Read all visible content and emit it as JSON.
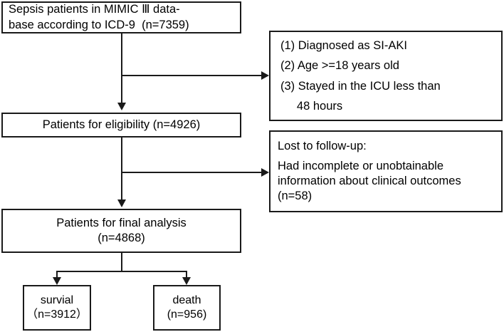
{
  "diagram": {
    "type": "study-flow-chart",
    "boxes": {
      "source": {
        "line1": "Sepsis patients in MIMIC Ⅲ data-",
        "line2": "base according to ICD-9  (n=7359)",
        "count": 7359
      },
      "eligibility": {
        "line1": "Patients for eligibility (n=4926)",
        "count": 4926
      },
      "final": {
        "line1": "Patients for final analysis",
        "line2": "(n=4868)",
        "count": 4868
      },
      "survival": {
        "line1": "survial",
        "line2": "（n=3912）",
        "count": 3912
      },
      "death": {
        "line1": "death",
        "line2": "(n=956)",
        "count": 956
      },
      "criteria": {
        "line1": "(1) Diagnosed as SI-AKI",
        "line2": "(2) Age >=18 years old",
        "line3": "(3) Stayed in the ICU less than",
        "line4": "     48 hours"
      },
      "lost": {
        "line1": "Lost to follow-up:",
        "line2": "Had incomplete or unobtainable",
        "line3": "information about clinical outcomes",
        "line4": "(n=58)",
        "count": 58
      }
    },
    "colors": {
      "stroke": "#1a1a1a",
      "background": "#ffffff",
      "text": "#000000"
    }
  }
}
